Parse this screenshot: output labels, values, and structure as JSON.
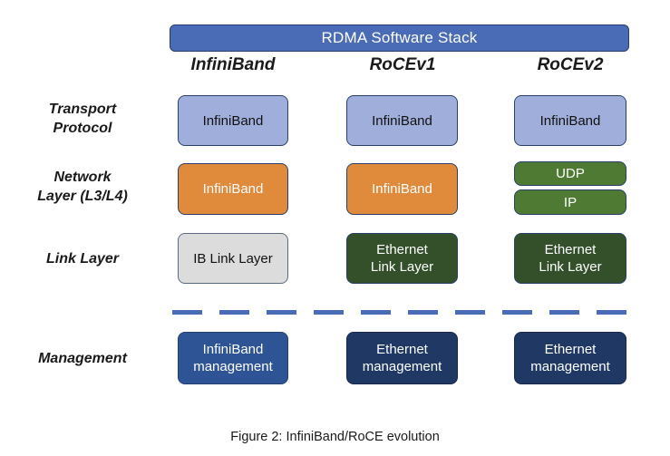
{
  "figure": {
    "banner_label": "RDMA Software Stack",
    "caption": "Figure 2: InfiniBand/RoCE evolution"
  },
  "columns": [
    {
      "label": "InfiniBand"
    },
    {
      "label": "RoCEv1"
    },
    {
      "label": "RoCEv2"
    }
  ],
  "rows": [
    {
      "label": "Transport\nProtocol"
    },
    {
      "label": "Network\nLayer (L3/L4)"
    },
    {
      "label": "Link Layer"
    },
    {
      "label": "Management"
    }
  ],
  "cells": {
    "transport": [
      {
        "text": "InfiniBand",
        "fill": "#9FAEDB",
        "text_color": "#111111"
      },
      {
        "text": "InfiniBand",
        "fill": "#9FAEDB",
        "text_color": "#111111"
      },
      {
        "text": "InfiniBand",
        "fill": "#9FAEDB",
        "text_color": "#111111"
      }
    ],
    "network": [
      {
        "text": "InfiniBand",
        "fill": "#E08A3C",
        "text_color": "#FFFFFF"
      },
      {
        "text": "InfiniBand",
        "fill": "#E08A3C",
        "text_color": "#FFFFFF"
      },
      {
        "text_upper": "UDP",
        "text_lower": "IP",
        "fill": "#4F7A33",
        "text_color": "#FFFFFF"
      }
    ],
    "link": [
      {
        "text": "IB Link Layer",
        "fill": "#DCDCDC",
        "text_color": "#111111"
      },
      {
        "text": "Ethernet\nLink Layer",
        "fill": "#33502A",
        "text_color": "#FFFFFF"
      },
      {
        "text": "Ethernet\nLink Layer",
        "fill": "#33502A",
        "text_color": "#FFFFFF"
      }
    ],
    "management": [
      {
        "text": "InfiniBand\nmanagement",
        "fill": "#2E5496",
        "text_color": "#FFFFFF"
      },
      {
        "text": "Ethernet\nmanagement",
        "fill": "#1F3864",
        "text_color": "#FFFFFF"
      },
      {
        "text": "Ethernet\nmanagement",
        "fill": "#1F3864",
        "text_color": "#FFFFFF"
      }
    ]
  },
  "divider": {
    "style": "dashed",
    "color": "#4A6BB5"
  },
  "colors": {
    "banner": "#4A6BB5",
    "banner_border": "#2A3F6B",
    "background": "#FFFFFF"
  }
}
